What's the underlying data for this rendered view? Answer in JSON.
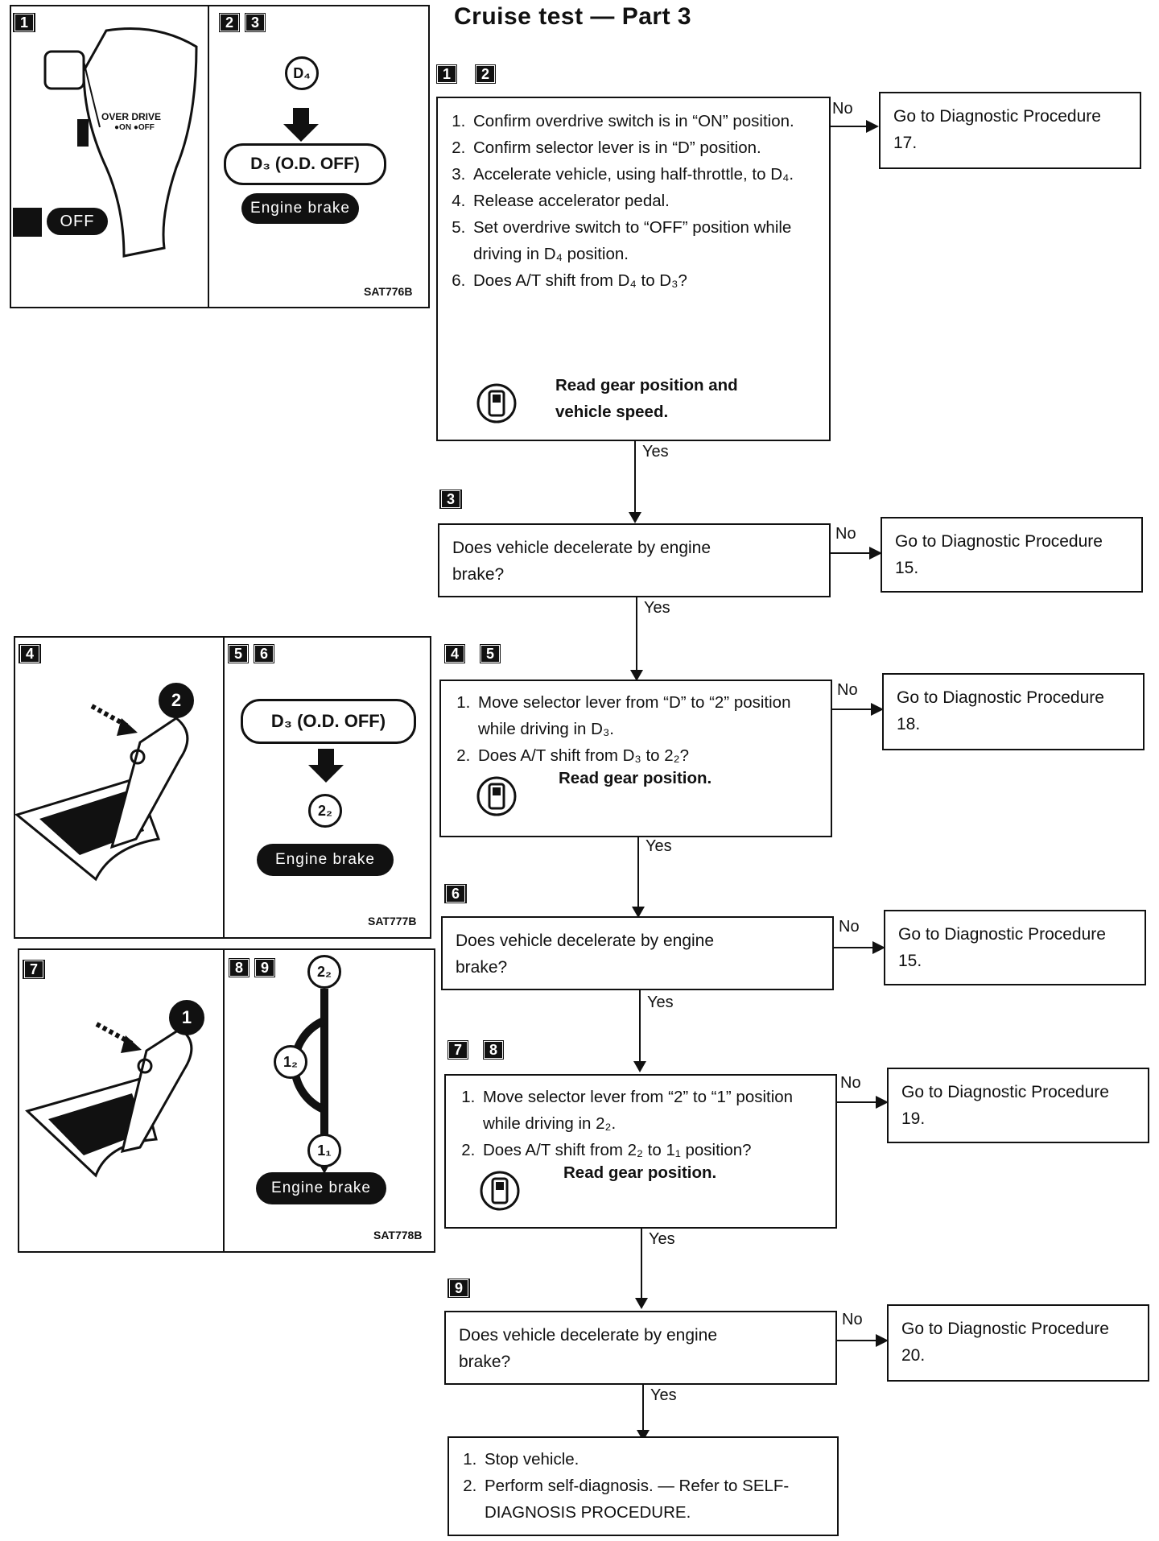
{
  "title": "Cruise test — Part 3",
  "illustrations": [
    {
      "code": "SAT776B",
      "left_tag": "1",
      "right_tags": [
        "2",
        "3"
      ],
      "off_label": "OFF",
      "overdrive_label": "OVER DRIVE",
      "on_off_label": "●ON ●OFF",
      "d4": "D₄",
      "d3": "D₃ (O.D. OFF)",
      "engine_brake": "Engine brake"
    },
    {
      "code": "SAT777B",
      "left_tag": "4",
      "right_tags": [
        "5",
        "6"
      ],
      "circle_num": "2",
      "d3": "D₃ (O.D. OFF)",
      "gear": "2₂",
      "engine_brake": "Engine brake"
    },
    {
      "code": "SAT778B",
      "left_tag": "7",
      "right_tags": [
        "8",
        "9"
      ],
      "circle_num": "1",
      "top_gear": "2₂",
      "mid_gear": "1₂",
      "bottom_gear": "1₁",
      "engine_brake": "Engine brake"
    }
  ],
  "flow": {
    "step1": {
      "tags": [
        "1",
        "2"
      ],
      "items": [
        "Confirm overdrive switch is in “ON” position.",
        "Confirm selector lever is in “D” position.",
        "Accelerate vehicle, using half-throttle, to D₄.",
        "Release accelerator pedal.",
        "Set overdrive switch to “OFF” position while driving in D₄ position.",
        "Does A/T shift from D₄ to D₃?"
      ],
      "meter_note": "Read gear position and vehicle speed.",
      "no_ref": "Go to Diagnostic Procedure 17."
    },
    "step2": {
      "tags": [
        "3"
      ],
      "text": "Does vehicle decelerate by engine brake?",
      "no_ref": "Go to Diagnostic Procedure 15."
    },
    "step3": {
      "tags": [
        "4",
        "5"
      ],
      "items": [
        "Move selector lever from “D” to “2” position while driving in D₃.",
        "Does A/T shift from D₃ to 2₂?"
      ],
      "meter_note": "Read gear position.",
      "no_ref": "Go to Diagnostic Procedure 18."
    },
    "step4": {
      "tags": [
        "6"
      ],
      "text": "Does vehicle decelerate by engine brake?",
      "no_ref": "Go to Diagnostic Procedure 15."
    },
    "step5": {
      "tags": [
        "7",
        "8"
      ],
      "items": [
        "Move selector lever from “2” to “1” position while driving in 2₂.",
        "Does A/T shift from 2₂ to 1₁ position?"
      ],
      "meter_note": "Read gear position.",
      "no_ref": "Go to Diagnostic Procedure 19."
    },
    "step6": {
      "tags": [
        "9"
      ],
      "text": "Does vehicle decelerate by engine brake?",
      "no_ref": "Go to Diagnostic Procedure 20."
    },
    "final": {
      "items": [
        "Stop vehicle.",
        "Perform self-diagnosis. — Refer to SELF-DIAGNOSIS PROCEDURE."
      ]
    },
    "yes_label": "Yes",
    "no_label": "No"
  }
}
